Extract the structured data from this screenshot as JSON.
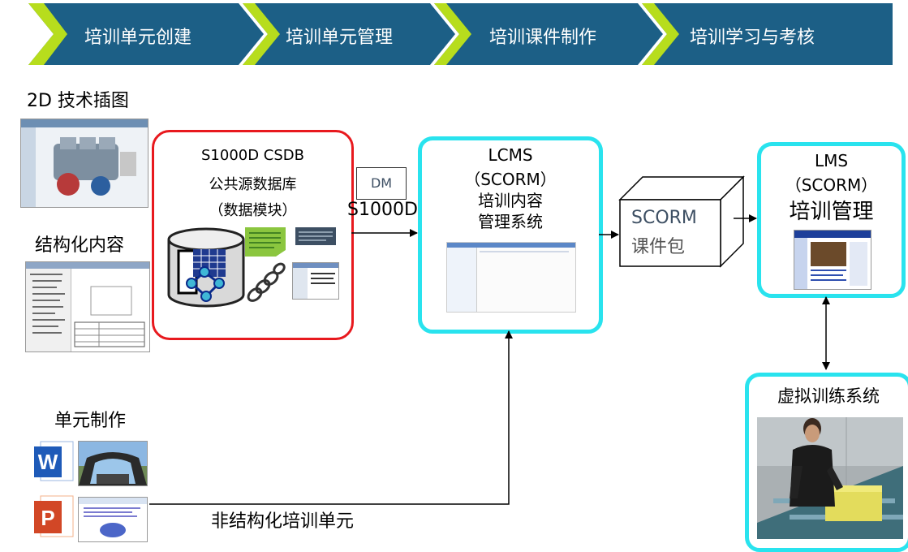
{
  "stages": [
    "培训单元创建",
    "培训单元管理",
    "培训课件制作",
    "培训学习与考核"
  ],
  "colors": {
    "stage_fill": "#1c5f86",
    "chevron_green": "#b7dd1d",
    "red_border": "#e8191e",
    "cyan_border": "#29e3ee"
  },
  "sources": {
    "illustration_label": "2D 技术插图",
    "structured_label": "结构化内容",
    "unit_label": "单元制作"
  },
  "csdb": {
    "line1": "S1000D CSDB",
    "line2": "公共源数据库",
    "line3": "（数据模块）"
  },
  "dm": {
    "tag": "DM",
    "label": "S1000D"
  },
  "lcms": {
    "line1": "LCMS",
    "line2": "（SCORM）",
    "line3": "培训内容",
    "line4": "管理系统"
  },
  "scorm_pkg": {
    "line1": "SCORM",
    "line2": "课件包"
  },
  "lms": {
    "line1": "LMS",
    "line2": "（SCORM）",
    "line3": "培训管理"
  },
  "virtual": {
    "title": "虚拟训练系统"
  },
  "unstructured_label": "非结构化培训单元",
  "icons": [
    "word-icon",
    "powerpoint-icon",
    "database-icon",
    "document-icon"
  ]
}
